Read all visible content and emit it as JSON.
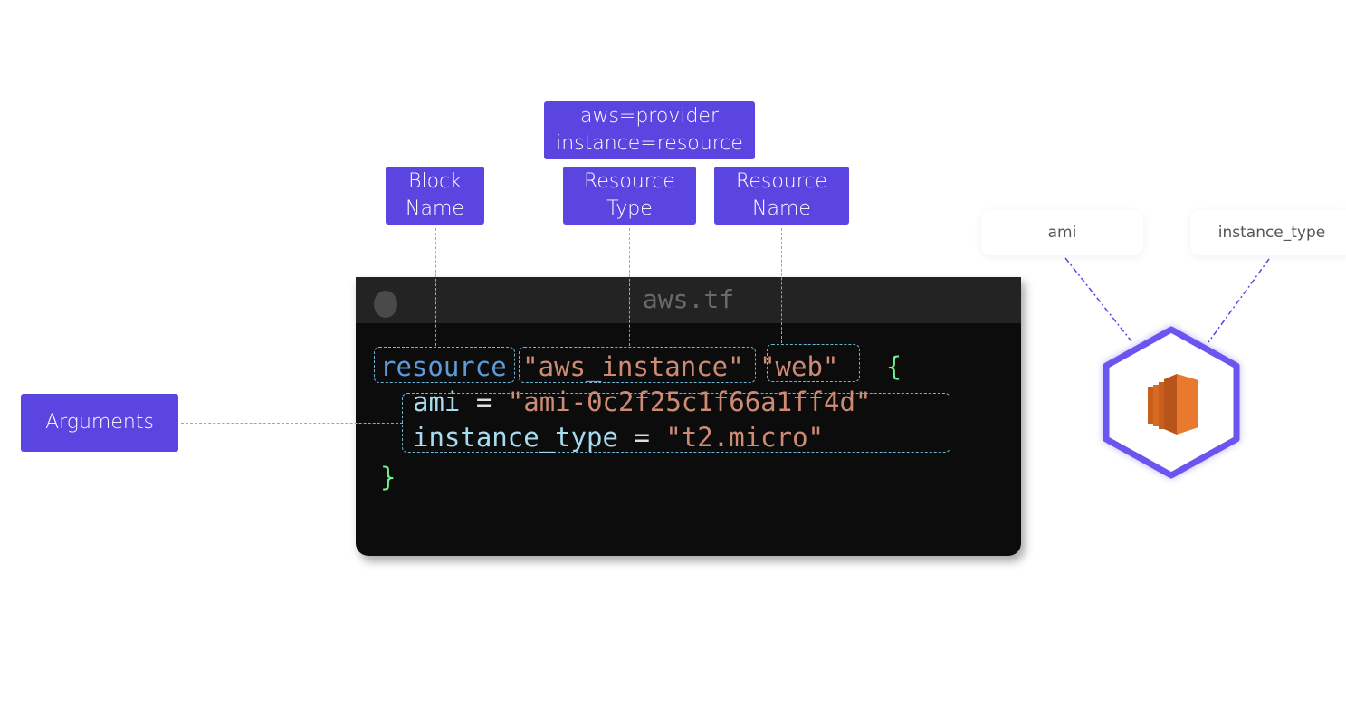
{
  "labels": {
    "provider": [
      "aws=provider",
      "instance=resource"
    ],
    "block_name": [
      "Block",
      "Name"
    ],
    "resource_type": [
      "Resource",
      "Type"
    ],
    "resource_name": [
      "Resource",
      "Name"
    ],
    "arguments": "Arguments"
  },
  "editor": {
    "filename": "aws.tf",
    "keyword": "resource",
    "type": "\"aws_instance\"",
    "name": "\"web\"",
    "open_brace": "{",
    "close_brace": "}",
    "args": [
      {
        "key": "ami",
        "eq": "=",
        "value": "\"ami-0c2f25c1f66a1ff4d\""
      },
      {
        "key": "instance_type",
        "eq": "=",
        "value": "\"t2.micro\""
      }
    ]
  },
  "instance": {
    "params": [
      "ami",
      "instance_type"
    ],
    "icon": "aws-ec2-icon"
  },
  "colors": {
    "accent": "#5a45e1",
    "ec2": "#e8792f"
  }
}
